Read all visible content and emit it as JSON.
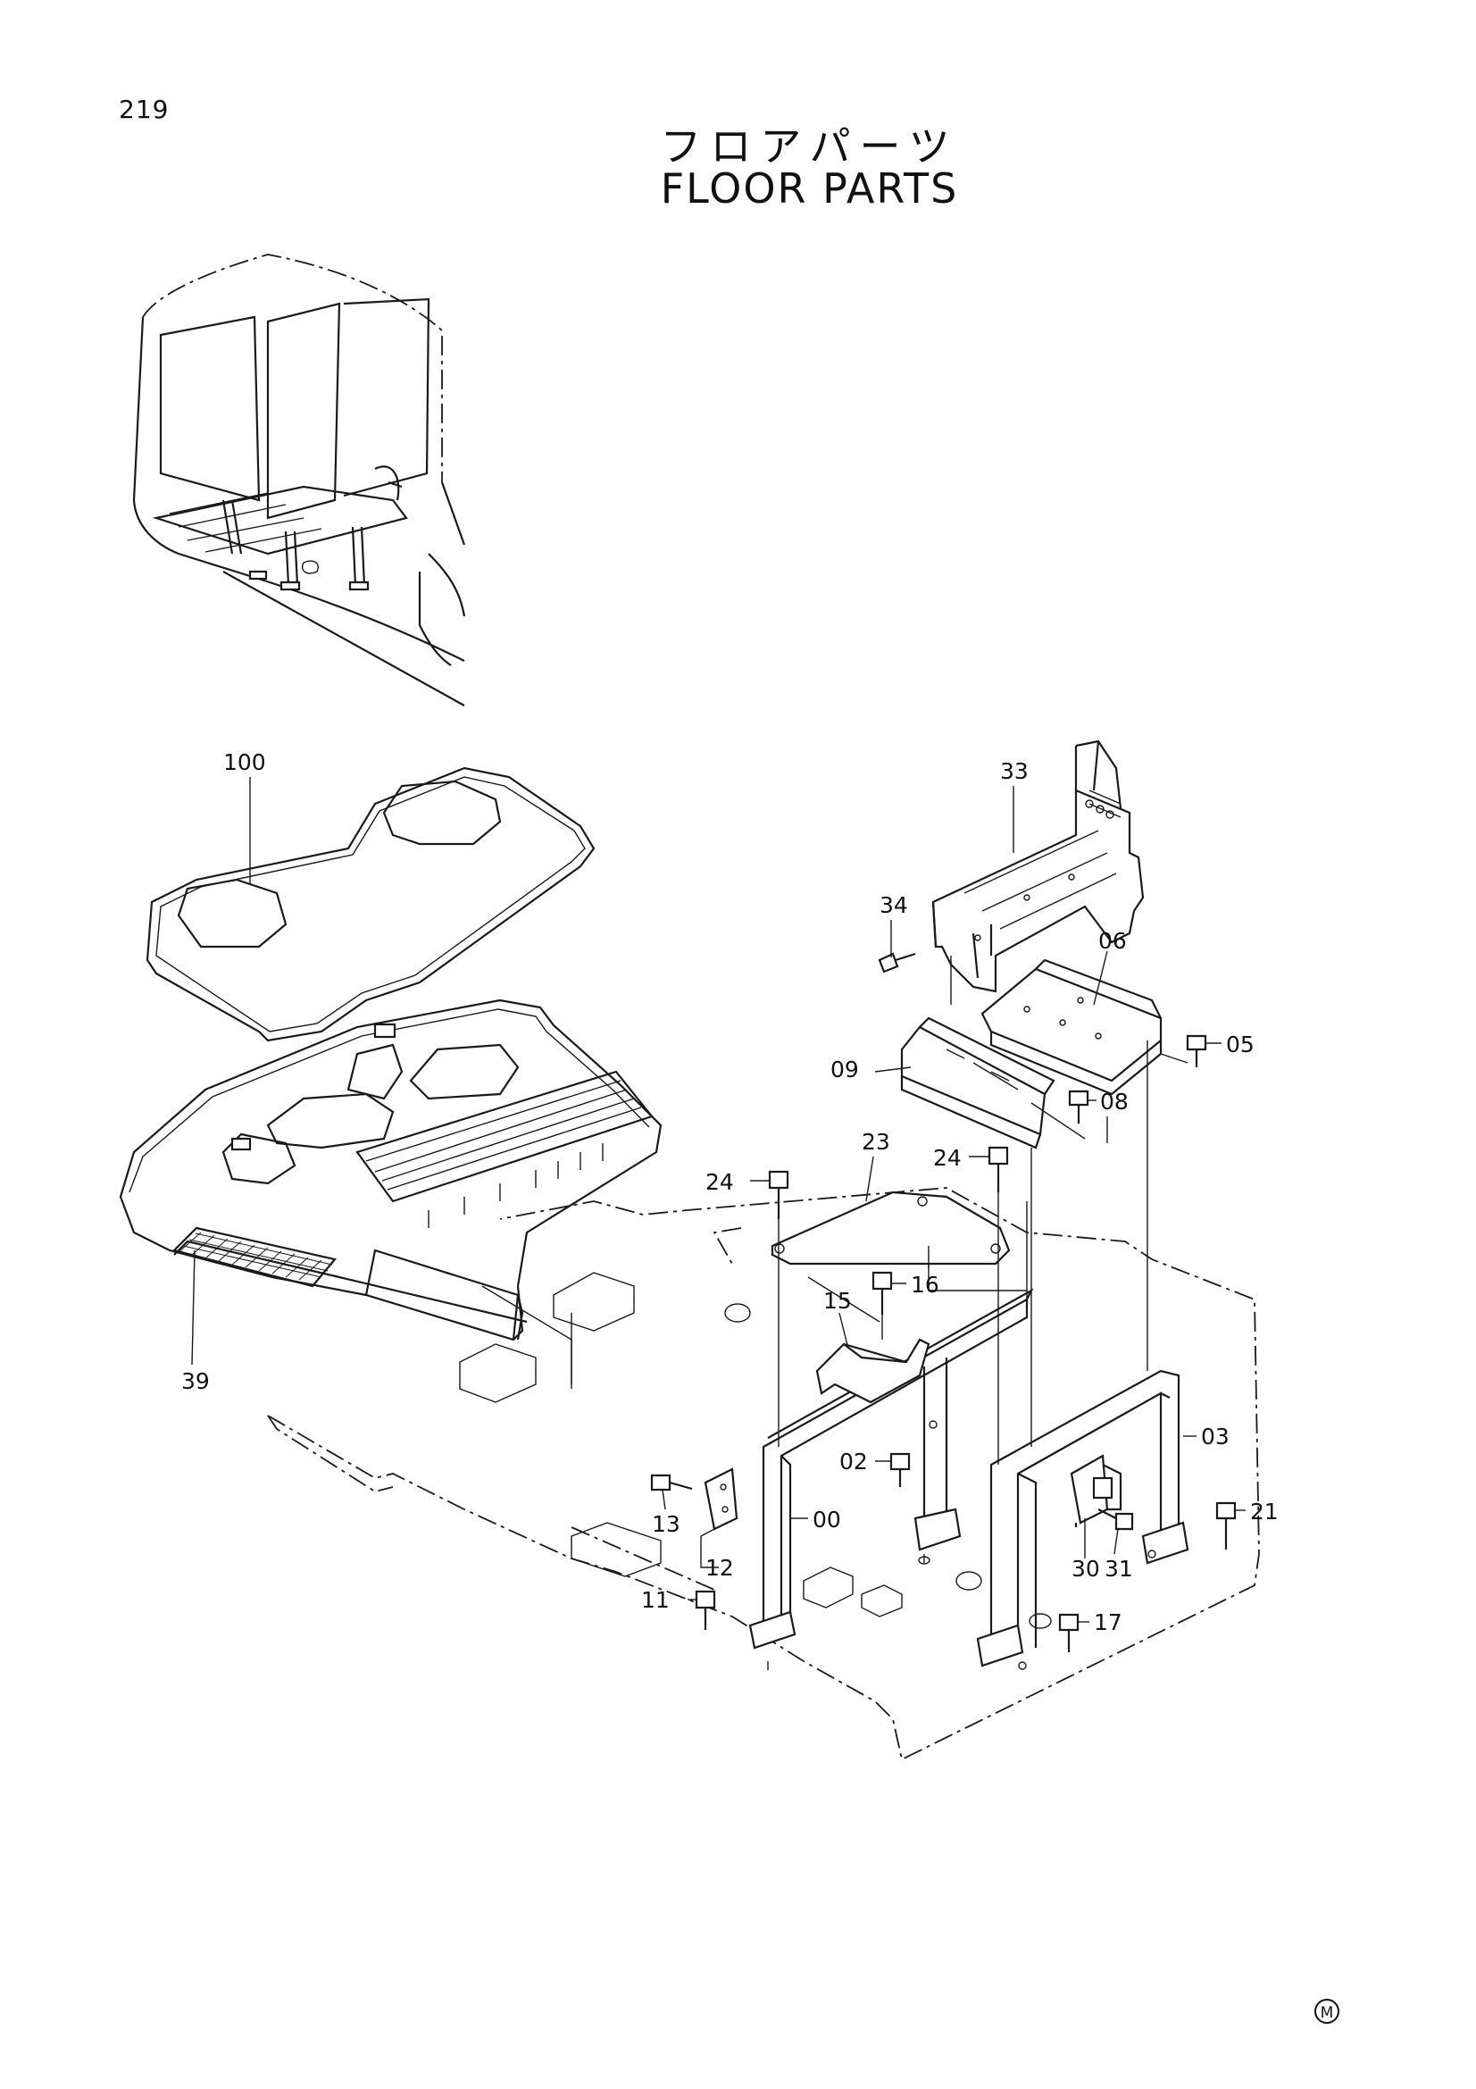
{
  "page": {
    "number": "219",
    "title_jp": "フロアパーツ",
    "title_en": "FLOOR PARTS",
    "mark": "M"
  },
  "callouts": {
    "p100": "100",
    "p33": "33",
    "p34": "34",
    "p06": "06",
    "p05": "05",
    "p09": "09",
    "p08": "08",
    "p23": "23",
    "p24a": "24",
    "p24b": "24",
    "p16": "16",
    "p15": "15",
    "p39": "39",
    "p03": "03",
    "p02": "02",
    "p13": "13",
    "p00": "00",
    "p21": "21",
    "p12": "12",
    "p30": "30",
    "p31": "31",
    "p11": "11",
    "p17": "17"
  }
}
